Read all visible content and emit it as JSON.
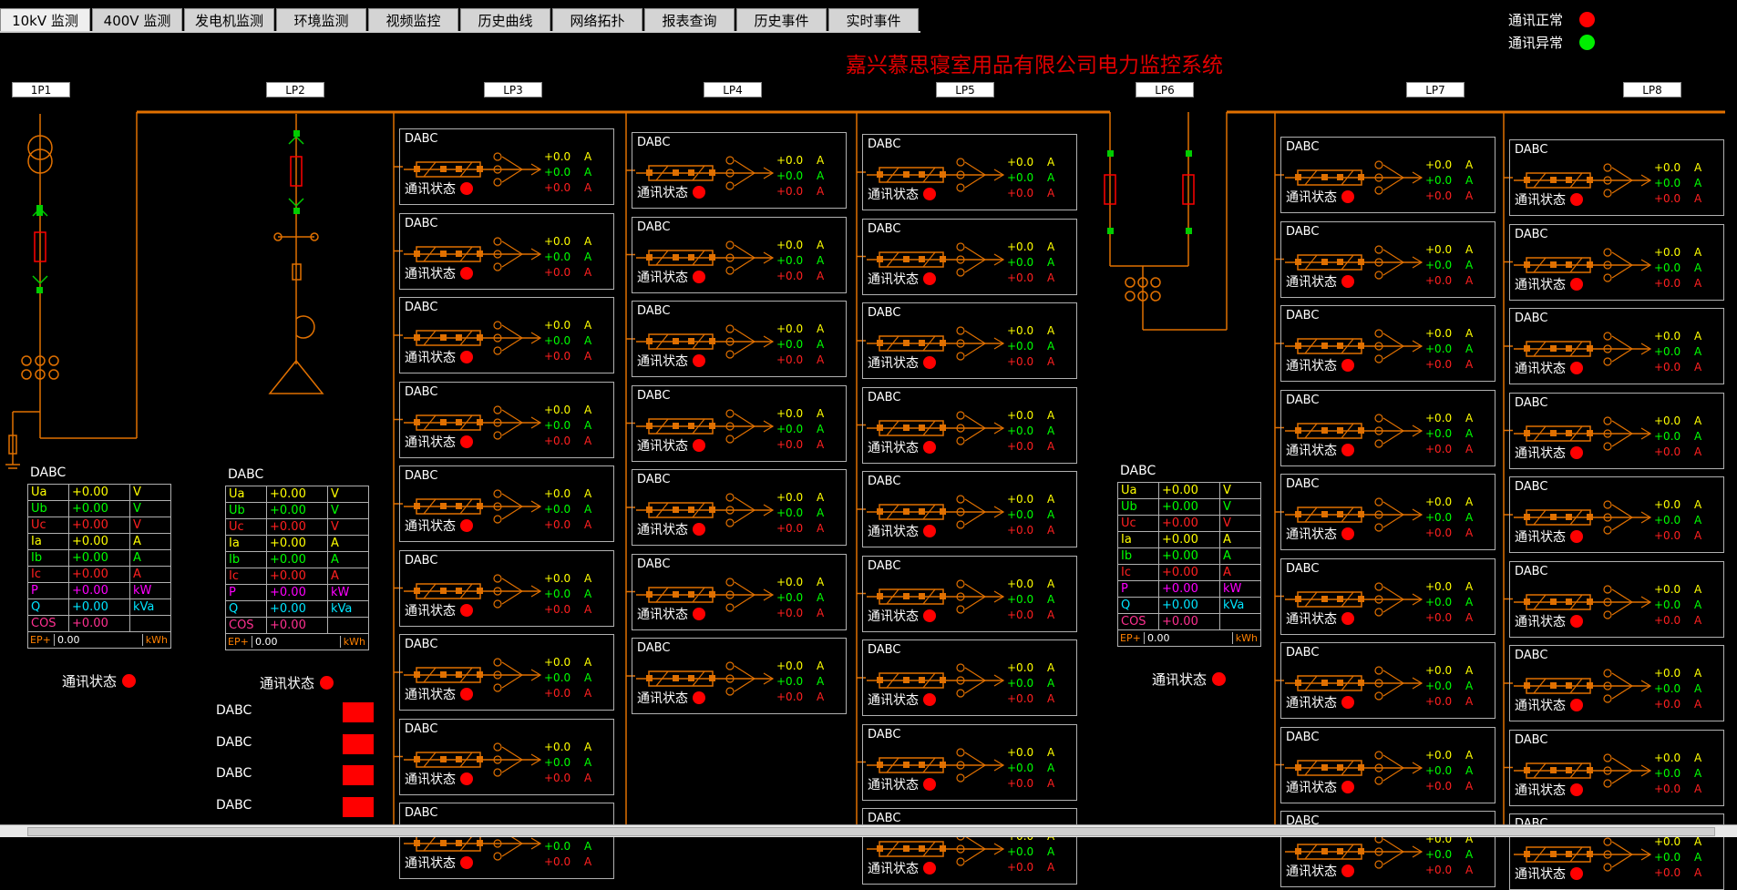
{
  "tabs": [
    "10kV 监测",
    "400V 监测",
    "发电机监测",
    "环境监测",
    "视频监控",
    "历史曲线",
    "网络拓扑",
    "报表查询",
    "历史事件",
    "实时事件"
  ],
  "legend": [
    {
      "label": "通讯正常",
      "color": "#ff0000"
    },
    {
      "label": "通讯异常",
      "color": "#00ee00"
    }
  ],
  "title": "嘉兴慕思寝室用品有限公司电力监控系统",
  "panels": [
    "1P1",
    "LP2",
    "LP3",
    "LP4",
    "LP5",
    "LP6",
    "LP7",
    "LP8"
  ],
  "colors": {
    "busbar": "#e07000",
    "symbol": "#e07000",
    "green": "#00cc00",
    "yellow": "#ffff00",
    "red": "#ff0000",
    "cyan": "#00e5ff",
    "magenta": "#ff00ff",
    "pink": "#ff3090",
    "fault": "#ff0000"
  },
  "meter": {
    "name": "DABC",
    "comm_label": "通讯状态",
    "values": [
      {
        "value": "+0.0",
        "unit": "A",
        "color": "#ffff00"
      },
      {
        "value": "+0.0",
        "unit": "A",
        "color": "#00ff00"
      },
      {
        "value": "+0.0",
        "unit": "A",
        "color": "#ff2020"
      }
    ]
  },
  "param_tables": [
    {
      "title": "DABC",
      "rows": [
        {
          "label": "Ua",
          "value": "+0.00",
          "unit": "V",
          "color": "#ffff00"
        },
        {
          "label": "Ub",
          "value": "+0.00",
          "unit": "V",
          "color": "#00ff00"
        },
        {
          "label": "Uc",
          "value": "+0.00",
          "unit": "V",
          "color": "#ff2020"
        },
        {
          "label": "Ia",
          "value": "+0.00",
          "unit": "A",
          "color": "#ffff00"
        },
        {
          "label": "Ib",
          "value": "+0.00",
          "unit": "A",
          "color": "#00ff00"
        },
        {
          "label": "Ic",
          "value": "+0.00",
          "unit": "A",
          "color": "#ff2020"
        },
        {
          "label": "P",
          "value": "+0.00",
          "unit": "kW",
          "color": "#ff00ff"
        },
        {
          "label": "Q",
          "value": "+0.00",
          "unit": "kVa",
          "color": "#00e5ff"
        },
        {
          "label": "COS",
          "value": "+0.00",
          "unit": "",
          "color": "#ff3090"
        }
      ],
      "ep_label": "EP+",
      "ep_value": "0.00",
      "ep_unit": "kWh",
      "comm_label": "通讯状态"
    }
  ],
  "lp2_extra_labels": [
    "DABC",
    "DABC",
    "DABC",
    "DABC"
  ]
}
